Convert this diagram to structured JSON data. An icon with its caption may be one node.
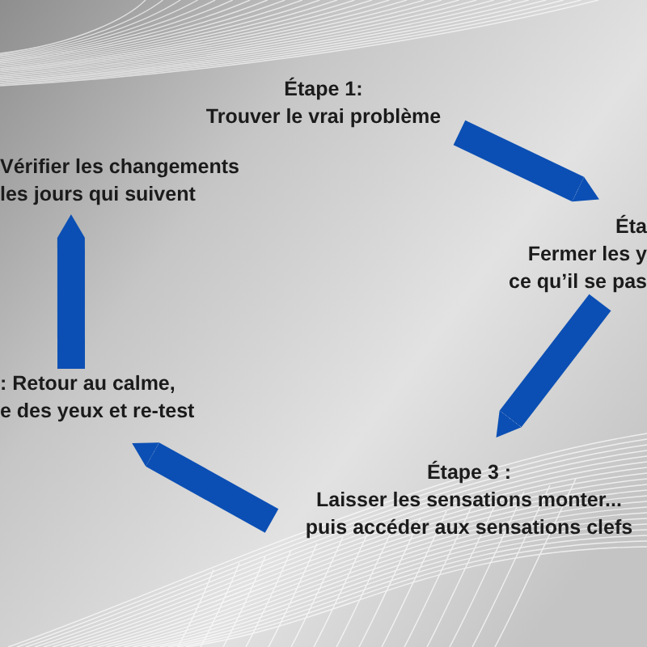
{
  "diagram": {
    "nodes": [
      {
        "text": [
          "Étape 1:",
          "Trouver le vrai problème"
        ]
      },
      {
        "text": [
          "Éta",
          "Fermer les y ce qu’il se pas"
        ]
      },
      {
        "text": [
          "Étape 3 :",
          "Laisser les sensations monter... puis accéder aux sensations clefs"
        ]
      },
      {
        "text": [
          ": Retour au calme, e des yeux et re-test"
        ]
      },
      {
        "text": [
          "Vérifier les changements les jours qui suivent"
        ]
      }
    ],
    "edges": [
      {
        "from": 0,
        "to": 1,
        "arrow": "to"
      },
      {
        "from": 1,
        "to": 2,
        "arrow": "to"
      },
      {
        "from": 2,
        "to": 3,
        "arrow": "to"
      },
      {
        "from": 3,
        "to": 4,
        "arrow": "to"
      }
    ]
  }
}
